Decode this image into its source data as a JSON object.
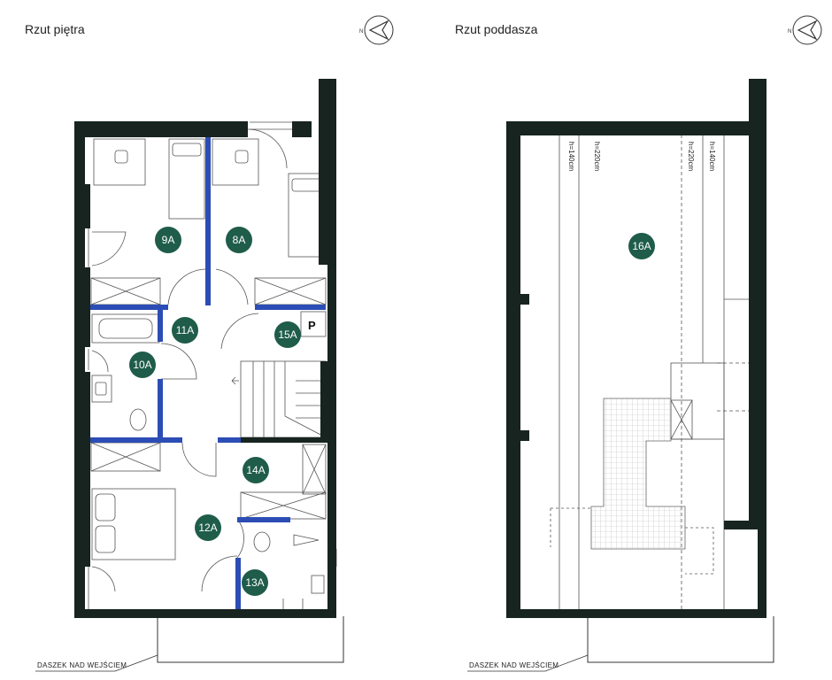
{
  "titles": {
    "left": "Rzut piętra",
    "right": "Rzut poddasza"
  },
  "compass": {
    "north_label": "N"
  },
  "rooms": [
    {
      "id": "9a",
      "label": "9A"
    },
    {
      "id": "8a",
      "label": "8A"
    },
    {
      "id": "11a",
      "label": "11A"
    },
    {
      "id": "15a",
      "label": "15A"
    },
    {
      "id": "10a",
      "label": "10A"
    },
    {
      "id": "14a",
      "label": "14A"
    },
    {
      "id": "12a",
      "label": "12A"
    },
    {
      "id": "13a",
      "label": "13A"
    },
    {
      "id": "16a",
      "label": "16A"
    }
  ],
  "markers": {
    "parking_symbol": "P"
  },
  "heights": [
    "h=140cm",
    "h=220cm",
    "h=220cm",
    "h=140cm"
  ],
  "notes": {
    "canopy_left": "DASZEK NAD WEJŚCIEM",
    "canopy_right": "DASZEK NAD WEJŚCIEM"
  },
  "colors": {
    "wall": "#17241f",
    "partition": "#2c4db5",
    "room_badge": "#1f5c4a",
    "thin_line": "#555555"
  }
}
